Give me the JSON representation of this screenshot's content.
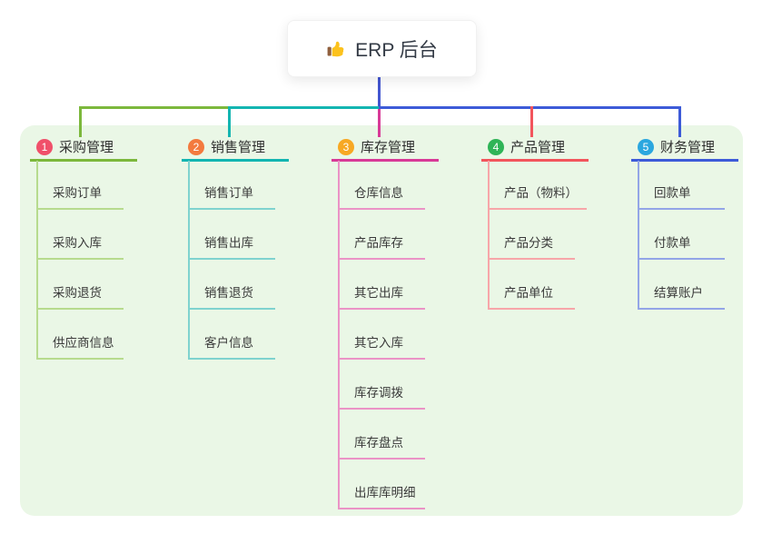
{
  "root": {
    "title": "ERP 后台",
    "icon": "thumbs-up-icon"
  },
  "colors": {
    "root-line": "#4356d0",
    "panel-bg": "#eaf7e6",
    "badge1": "#f0506a",
    "line1": "#7cb83c",
    "tint1": "#b7db8e",
    "badge2": "#f37a3e",
    "line2": "#13b5b1",
    "tint2": "#7fd3cf",
    "badge3": "#f7a823",
    "line3": "#d83a97",
    "tint3": "#eb93c6",
    "badge4": "#2fb457",
    "line4": "#f2555c",
    "tint4": "#f7a6a9",
    "badge5": "#2ba7df",
    "line5": "#3d5bd8",
    "tint5": "#93a5e7"
  },
  "branches": [
    {
      "number": "1",
      "title": "采购管理",
      "items": [
        "采购订单",
        "采购入库",
        "采购退货",
        "供应商信息"
      ]
    },
    {
      "number": "2",
      "title": "销售管理",
      "items": [
        "销售订单",
        "销售出库",
        "销售退货",
        "客户信息"
      ]
    },
    {
      "number": "3",
      "title": "库存管理",
      "items": [
        "仓库信息",
        "产品库存",
        "其它出库",
        "其它入库",
        "库存调拨",
        "库存盘点",
        "出库库明细"
      ]
    },
    {
      "number": "4",
      "title": "产品管理",
      "items": [
        "产品（物料）",
        "产品分类",
        "产品单位"
      ]
    },
    {
      "number": "5",
      "title": "财务管理",
      "items": [
        "回款单",
        "付款单",
        "结算账户"
      ]
    }
  ]
}
